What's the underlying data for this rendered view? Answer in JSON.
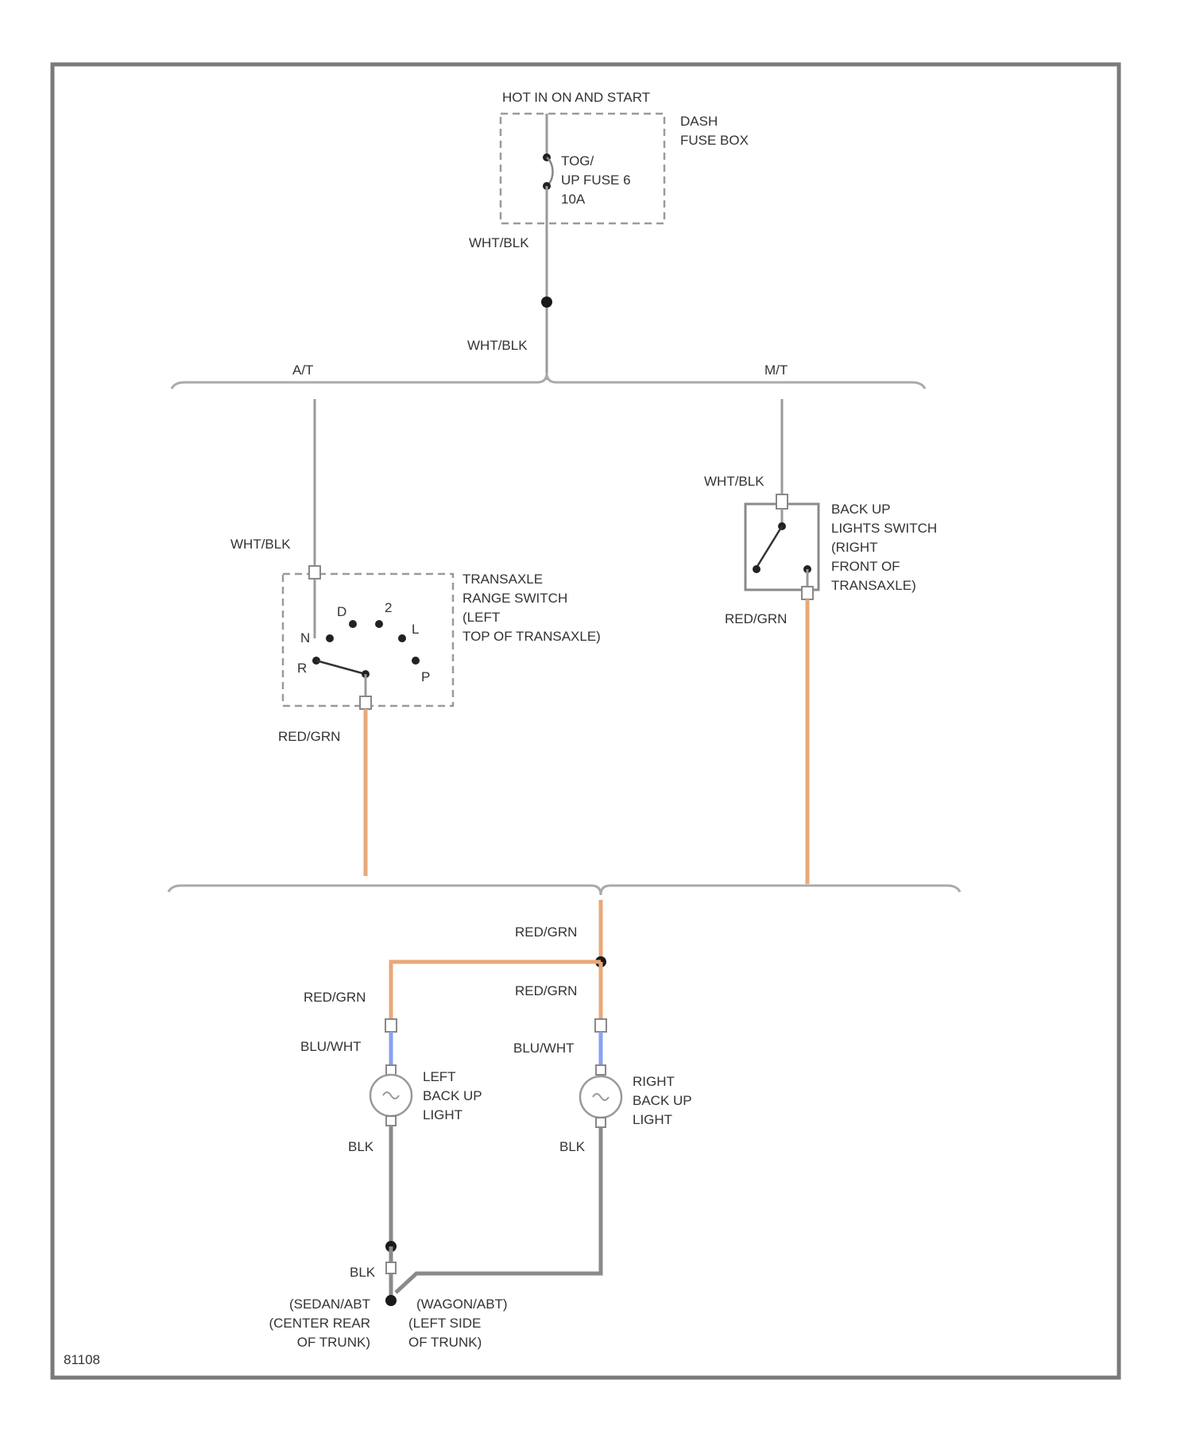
{
  "fuse_box": {
    "supply_label": "HOT IN ON AND START",
    "box_label_1": "DASH",
    "box_label_2": "FUSE BOX",
    "fuse_label_1": "TOG/",
    "fuse_label_2": "UP FUSE 6",
    "fuse_label_3": "10A"
  },
  "wires": {
    "wht_blk_1": "WHT/BLK",
    "wht_blk_2": "WHT/BLK",
    "wht_blk_at": "WHT/BLK",
    "wht_blk_mt": "WHT/BLK",
    "red_grn_at": "RED/GRN",
    "red_grn_mt": "RED/GRN",
    "red_grn_bus": "RED/GRN",
    "red_grn_left": "RED/GRN",
    "red_grn_right": "RED/GRN",
    "blu_wht_left": "BLU/WHT",
    "blu_wht_right": "BLU/WHT",
    "blk_left": "BLK",
    "blk_right": "BLK",
    "blk_ground": "BLK"
  },
  "branches": {
    "at_label": "A/T",
    "mt_label": "M/T"
  },
  "transaxle_switch": {
    "label_1": "TRANSAXLE",
    "label_2": "RANGE SWITCH",
    "label_3": "(LEFT",
    "label_4": "TOP OF TRANSAXLE)",
    "positions": [
      "N",
      "D",
      "2",
      "L",
      "R",
      "P"
    ]
  },
  "backup_switch": {
    "label_1": "BACK UP",
    "label_2": "LIGHTS SWITCH",
    "label_3": "(RIGHT",
    "label_4": "FRONT OF",
    "label_5": "TRANSAXLE)"
  },
  "left_light": {
    "label_1": "LEFT",
    "label_2": "BACK UP",
    "label_3": "LIGHT"
  },
  "right_light": {
    "label_1": "RIGHT",
    "label_2": "BACK UP",
    "label_3": "LIGHT"
  },
  "grounds": {
    "left_1": "(SEDAN/ABT",
    "left_2": "(CENTER REAR",
    "left_3": "OF TRUNK)",
    "right_1": "(WAGON/ABT)",
    "right_2": "(LEFT SIDE",
    "right_3": "OF TRUNK)"
  },
  "figure_id": "81108"
}
